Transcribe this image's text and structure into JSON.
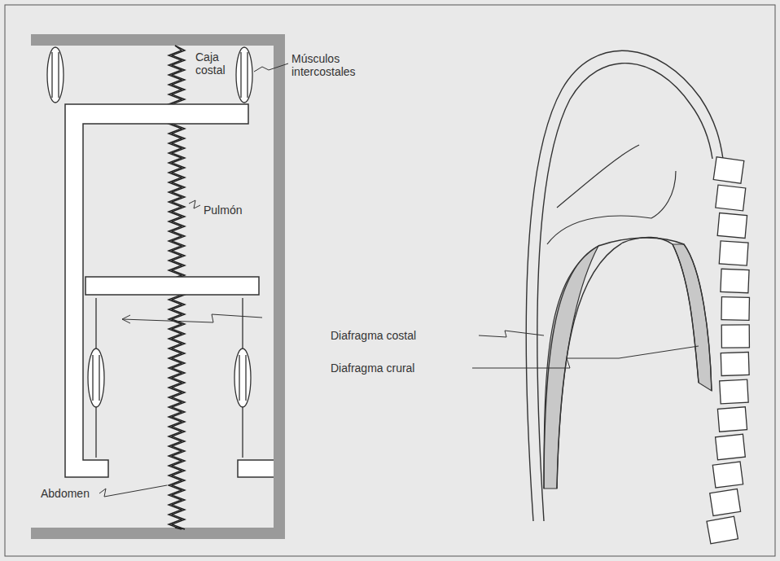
{
  "diagram": {
    "labels": [
      "Caja costal",
      "Músculos intercostales",
      "Pulmón",
      "Abdomen",
      "Diafragma costal",
      "Diafragma crural"
    ]
  }
}
